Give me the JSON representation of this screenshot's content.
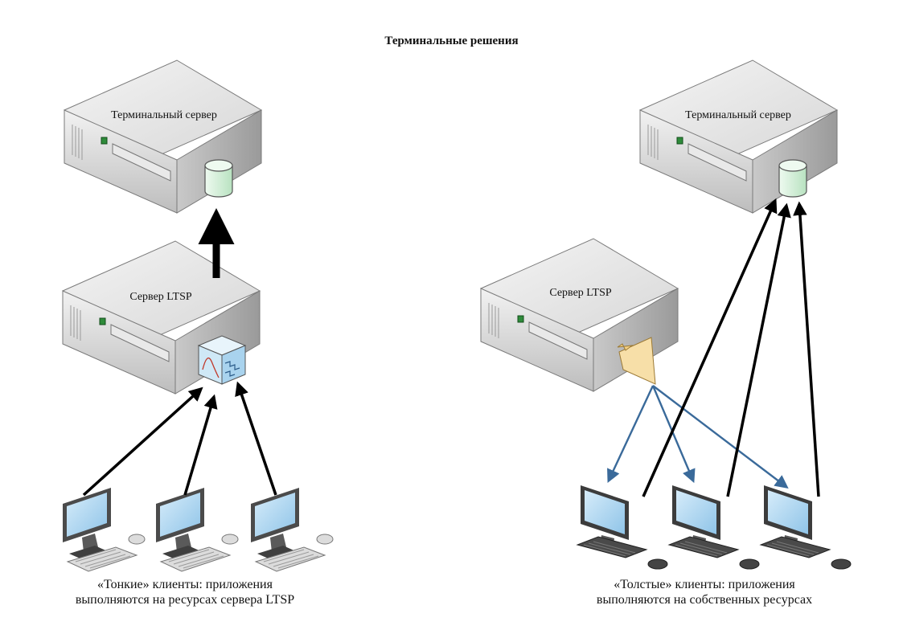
{
  "title": "Терминальные решения",
  "left": {
    "terminal_server": {
      "label": "Терминальный сервер"
    },
    "ltsp_server": {
      "label": "Сервер LTSP"
    },
    "caption": {
      "line1": "«Тонкие» клиенты: приложения",
      "line2": "выполняются на ресурсах сервера LTSP"
    }
  },
  "right": {
    "terminal_server": {
      "label": "Терминальный сервер"
    },
    "ltsp_server": {
      "label": "Сервер LTSP"
    },
    "caption": {
      "line1": "«Толстые» клиенты: приложения",
      "line2": "выполняются на собственных ресурсах"
    }
  },
  "colors": {
    "arrow_black": "#000000",
    "arrow_blue": "#3a6a9a",
    "screen": "#b9dcf2",
    "database": "#d8f2dc",
    "folder": "#f7dfa8"
  }
}
